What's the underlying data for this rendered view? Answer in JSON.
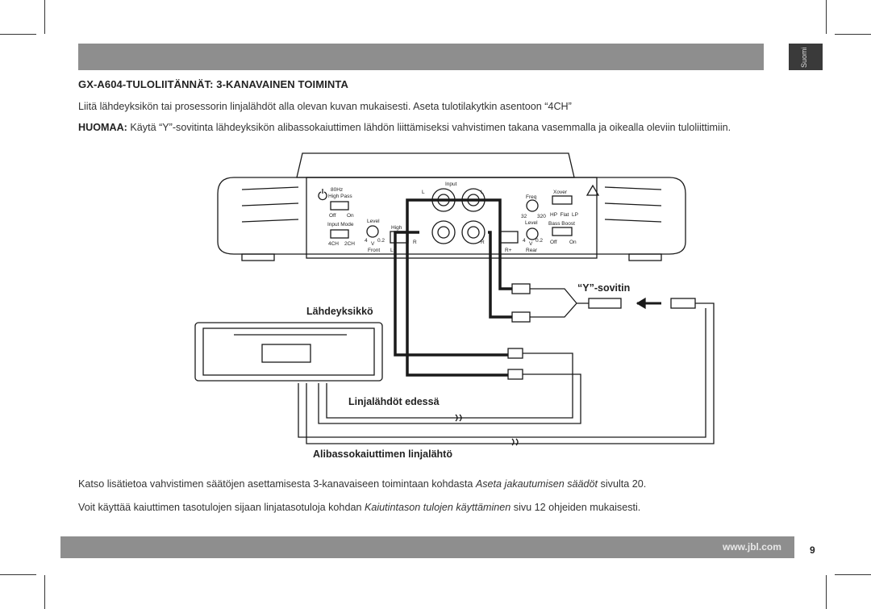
{
  "header": {
    "side_tab": "Suomi"
  },
  "heading": "GX-A604-TULOLIITÄNNÄT: 3-KANAVAINEN TOIMINTA",
  "intro": "Liitä lähdeyksikön tai prosessorin linjalähdöt alla olevan kuvan mukaisesti. Aseta tulotilakytkin asentoon “4CH”",
  "note": {
    "label": "HUOMAA:",
    "text": " Käytä “Y”-sovitinta lähdeyksikön alibassokaiuttimen lähdön liittämiseksi vahvistimen takana vasemmalla ja oikealla oleviin tuloliittimiin."
  },
  "diagram": {
    "labels": {
      "y_adapter": "“Y”-sovitin",
      "source_unit": "Lähdeyksikkö",
      "front_outputs": "Linjalähdöt edessä",
      "sub_output": "Alibassokaiuttimen linjalähtö"
    },
    "amp": {
      "input": "Input",
      "hz80": "80Hz",
      "high_pass": "High Pass",
      "off": "Off",
      "on": "On",
      "input_mode": "Input Mode",
      "ch4": "4CH",
      "ch2": "2CH",
      "level": "Level",
      "high": "High",
      "v4": "4",
      "vV": "V",
      "v02": "0.2",
      "front": "Front",
      "rear": "Rear",
      "l_plus": "L+",
      "r_plus": "R+",
      "L": "L",
      "R": "R",
      "freq": "Freq",
      "f32": "32",
      "f320": "320",
      "xover": "Xover",
      "hp_flat_lp": "HP  Flat  LP",
      "bass_boost": "Bass Boost"
    }
  },
  "body1": {
    "before": "Katso lisätietoa vahvistimen säätöjen asettamisesta 3-kanavaiseen toimintaan kohdasta ",
    "italic": "Aseta jakautumisen säädöt",
    "after": " sivulta 20."
  },
  "body2": {
    "before": "Voit käyttää kaiuttimen tasotulojen sijaan linjatasotuloja kohdan ",
    "italic": "Kaiutintason tulojen käyttäminen",
    "after": " sivu 12 ohjeiden mukaisesti."
  },
  "footer": {
    "url": "www.jbl.com",
    "page": "9"
  }
}
